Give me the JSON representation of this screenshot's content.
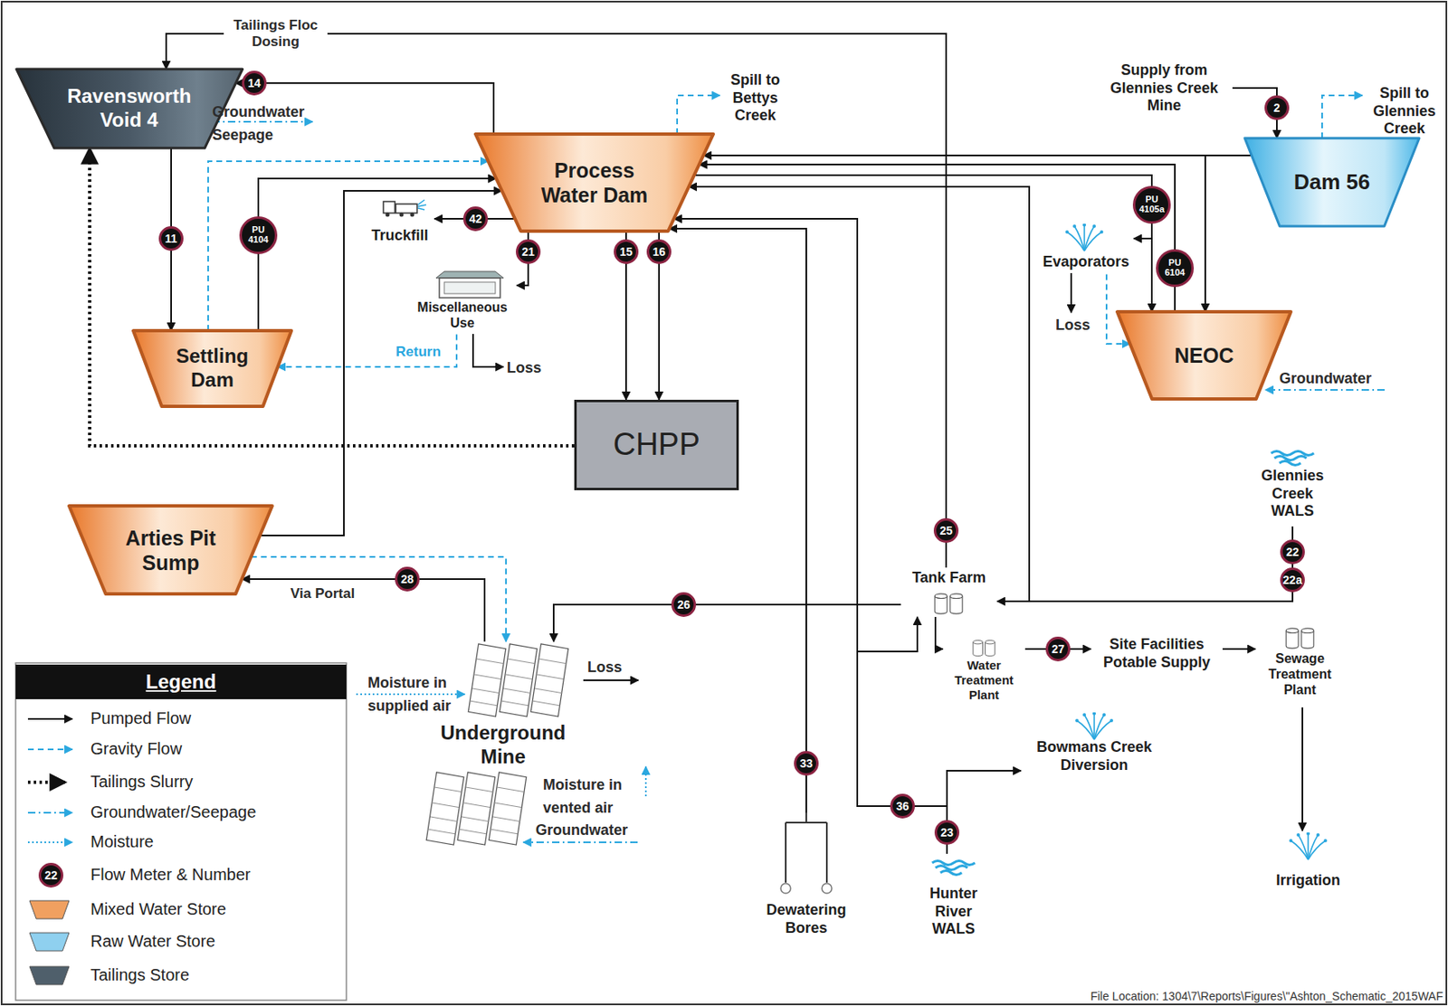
{
  "diagram": {
    "nodes": [
      {
        "text": [
          "Ravensworth Void 4"
        ]
      },
      {
        "text": [
          "Process Water Dam"
        ]
      },
      {
        "text": [
          "Dam 56"
        ]
      },
      {
        "text": [
          "Settling Dam"
        ]
      },
      {
        "text": [
          "NEOC"
        ]
      },
      {
        "text": [
          "CHPP"
        ]
      },
      {
        "text": [
          "Arties Pit Sump"
        ]
      },
      {
        "text": [
          "Underground Mine"
        ]
      },
      {
        "text": [
          "Tank Farm"
        ]
      },
      {
        "text": [
          "Water Treatment Plant"
        ]
      },
      {
        "text": [
          "Site Facilities Potable Supply"
        ]
      },
      {
        "text": [
          "Sewage Treatment Plant"
        ]
      },
      {
        "text": [
          "Irrigation"
        ]
      },
      {
        "text": [
          "Glennies Creek WALS"
        ]
      },
      {
        "text": [
          "Hunter River WALS"
        ]
      },
      {
        "text": [
          "Bowmans Creek Diversion"
        ]
      },
      {
        "text": [
          "Dewatering Bores"
        ]
      },
      {
        "text": [
          "Evaporators"
        ]
      },
      {
        "text": [
          "Miscellaneous Use"
        ]
      },
      {
        "text": [
          "Truckfill"
        ]
      },
      {
        "text": [
          "Supply from Glennies Creek Mine"
        ]
      },
      {
        "text": [
          "Spill to Bettys Creek"
        ]
      },
      {
        "text": [
          "Spill to Glennies Creek"
        ]
      }
    ],
    "edges": [
      {
        "from": 1,
        "to": 0,
        "arrow": "to"
      },
      {
        "from": 0,
        "to": 3,
        "arrow": "to"
      },
      {
        "from": 3,
        "to": 1,
        "arrow": "to"
      },
      {
        "from": 3,
        "to": 1,
        "arrow": "to"
      },
      {
        "from": 6,
        "to": 1,
        "arrow": "to"
      },
      {
        "from": 1,
        "to": 19,
        "arrow": "to"
      },
      {
        "from": 1,
        "to": 18,
        "arrow": "to"
      },
      {
        "from": 18,
        "to": 3,
        "label": "Return",
        "arrow": "to"
      },
      {
        "from": 1,
        "to": 5,
        "arrow": "to"
      },
      {
        "from": 1,
        "to": 5,
        "arrow": "to"
      },
      {
        "from": 5,
        "to": 0,
        "arrow": "to"
      },
      {
        "from": 1,
        "to": 21,
        "arrow": "to"
      },
      {
        "from": 20,
        "to": 2,
        "arrow": "to"
      },
      {
        "from": 2,
        "to": 22,
        "arrow": "to"
      },
      {
        "from": 2,
        "to": 1,
        "arrow": "to"
      },
      {
        "from": 2,
        "to": 4,
        "arrow": "to"
      },
      {
        "from": 4,
        "to": 1,
        "arrow": "to"
      },
      {
        "from": 1,
        "to": 4,
        "arrow": "to"
      },
      {
        "from": 1,
        "to": 17,
        "arrow": "to"
      },
      {
        "from": 17,
        "to": 4,
        "arrow": "to"
      },
      {
        "from": 13,
        "to": 8,
        "arrow": "to"
      },
      {
        "from": 13,
        "to": 1,
        "arrow": "to"
      },
      {
        "from": 8,
        "to": 0,
        "label": "Tailings Floc Dosing",
        "arrow": "to"
      },
      {
        "from": 8,
        "to": 7,
        "arrow": "to"
      },
      {
        "from": 7,
        "to": 6,
        "label": "Via Portal",
        "arrow": "to"
      },
      {
        "from": 6,
        "to": 7,
        "arrow": "to"
      },
      {
        "from": 8,
        "to": 9,
        "arrow": "to"
      },
      {
        "from": 9,
        "to": 10,
        "arrow": "to"
      },
      {
        "from": 10,
        "to": 11,
        "arrow": "to"
      },
      {
        "from": 11,
        "to": 12,
        "arrow": "to"
      },
      {
        "from": 16,
        "to": 1,
        "arrow": "to"
      },
      {
        "from": 14,
        "to": 1,
        "arrow": "to"
      },
      {
        "from": 14,
        "to": 8,
        "arrow": "to"
      },
      {
        "from": 14,
        "to": 15,
        "arrow": "to"
      }
    ],
    "labels": [
      "14",
      "11",
      "PU 4104",
      "42",
      "21",
      "15",
      "16",
      "Groundwater Seepage",
      "Loss",
      "2",
      "PU 4105a",
      "PU 6104",
      "Loss",
      "Groundwater",
      "22",
      "22a",
      "25",
      "26",
      "28",
      "Moisture in supplied air",
      "Loss",
      "Moisture in vented air",
      "Groundwater",
      "27",
      "33",
      "36",
      "23",
      "Legend",
      "22",
      "File Location: 1304\\7\\Reports\\Figures\\\"Ashton_Schematic_2015WAF"
    ],
    "legend": [
      {
        "text": "Pumped Flow"
      },
      {
        "text": "Gravity Flow"
      },
      {
        "text": "Tailings Slurry"
      },
      {
        "text": "Groundwater/Seepage"
      },
      {
        "text": "Moisture"
      },
      {
        "text": "Flow Meter & Number"
      },
      {
        "text": "Mixed Water Store",
        "color": "#f0a060"
      },
      {
        "text": "Raw Water Store",
        "color": "#8fd0ef"
      },
      {
        "text": "Tailings Store",
        "color": "#4f5f6b"
      }
    ]
  }
}
